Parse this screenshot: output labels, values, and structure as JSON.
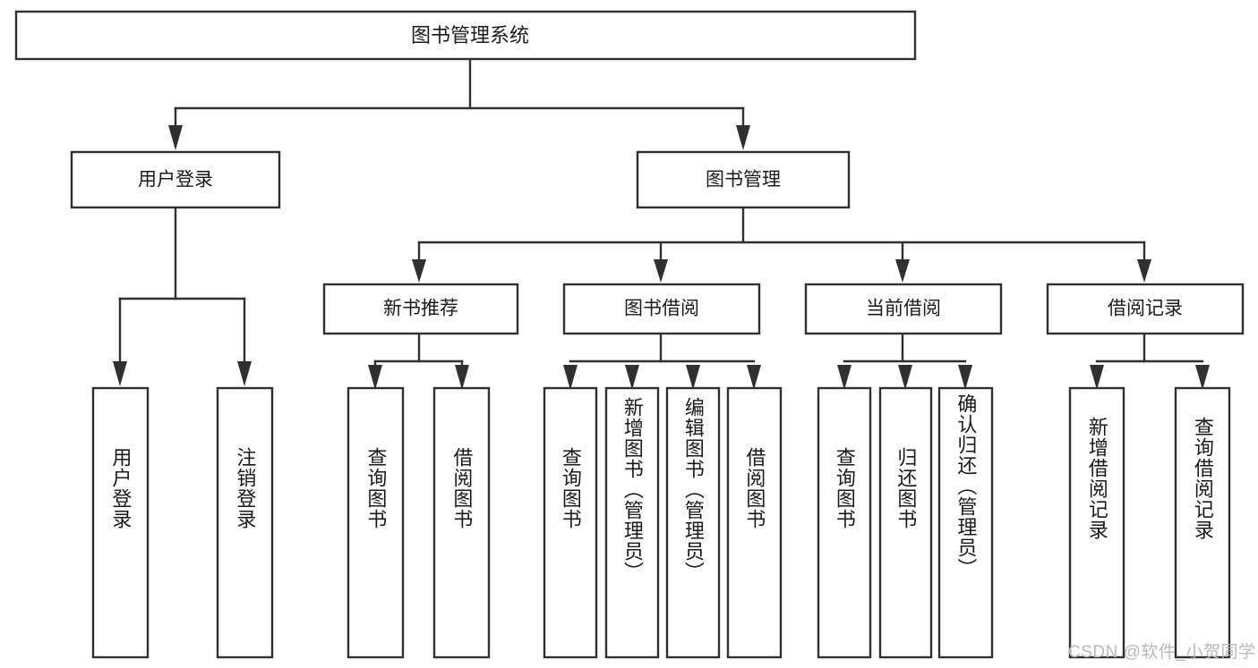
{
  "diagram": {
    "type": "tree-hierarchy",
    "title": "图书管理系统",
    "watermark": "CSDN @软件_小贺同学",
    "colors": {
      "stroke": "#303030",
      "box_fill": "#ffffff",
      "text": "#1a1a1a",
      "background": "#ffffff",
      "watermark": "#b9b9b9"
    },
    "root": {
      "label": "图书管理系统"
    },
    "level2": [
      {
        "label": "用户登录"
      },
      {
        "label": "图书管理"
      }
    ],
    "level3": [
      {
        "label": "新书推荐"
      },
      {
        "label": "图书借阅"
      },
      {
        "label": "当前借阅"
      },
      {
        "label": "借阅记录"
      }
    ],
    "leaves": {
      "user_login": [
        {
          "label": "用户登录"
        },
        {
          "label": "注销登录"
        }
      ],
      "new_book_recommend": [
        {
          "label": "查询图书"
        },
        {
          "label": "借阅图书"
        }
      ],
      "book_borrow": [
        {
          "label": "查询图书"
        },
        {
          "label": "新增图书（管理员）"
        },
        {
          "label": "编辑图书（管理员）"
        },
        {
          "label": "借阅图书"
        }
      ],
      "current_borrow": [
        {
          "label": "查询图书"
        },
        {
          "label": "归还图书"
        },
        {
          "label": "确认归还（管理员）"
        }
      ],
      "borrow_record": [
        {
          "label": "新增借阅记录"
        },
        {
          "label": "查询借阅记录"
        }
      ]
    }
  }
}
